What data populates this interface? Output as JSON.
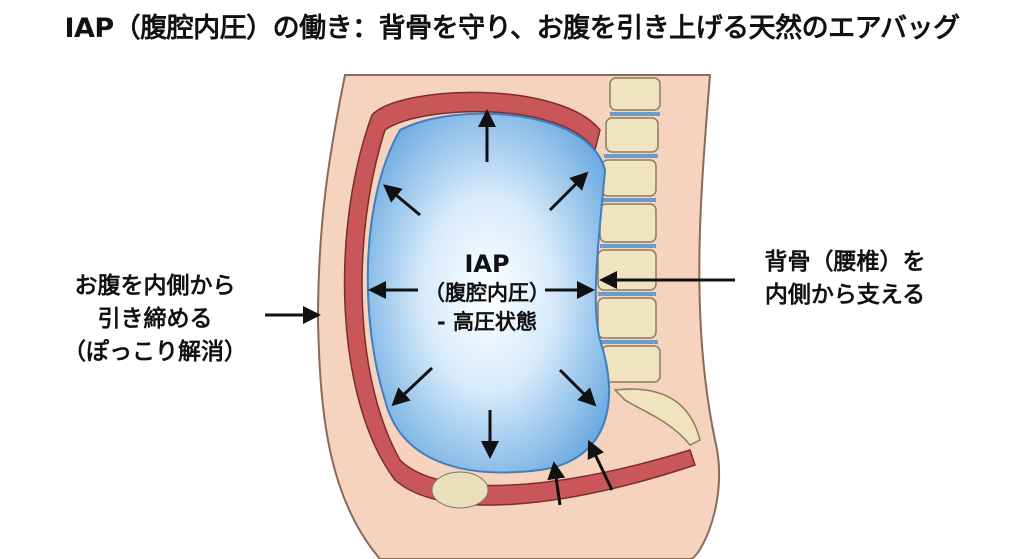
{
  "title": "IAP（腹腔内圧）の働き：背骨を守り、お腹を引き上げる天然のエアバッグ",
  "left_label": [
    "お腹を内側から",
    "引き締める",
    "（ぽっこり解消）"
  ],
  "right_label": [
    "背骨（腰椎）を",
    "内側から支える"
  ],
  "center_label": [
    "IAP",
    "（腹腔内圧）",
    "- 高圧状態"
  ],
  "colors": {
    "skin": "#f6d3bf",
    "muscle": "#c9575a",
    "cavity": "#7fb6e6",
    "bone": "#efe3c0"
  }
}
